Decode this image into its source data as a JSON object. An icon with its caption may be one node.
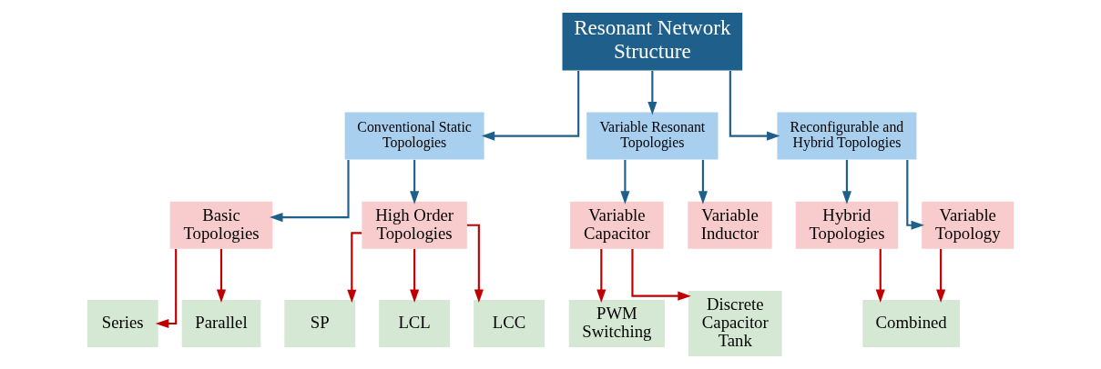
{
  "diagram": {
    "nodes": [
      {
        "text": [
          "Resonant Network Structure"
        ]
      },
      {
        "text": [
          "Conventional Static Topologies"
        ]
      },
      {
        "text": [
          "Variable Resonant Topologies"
        ]
      },
      {
        "text": [
          "Reconfigurable and Hybrid Topologies"
        ]
      },
      {
        "text": [
          "Basic Topologies"
        ]
      },
      {
        "text": [
          "High Order Topologies"
        ]
      },
      {
        "text": [
          "Variable Capacitor"
        ]
      },
      {
        "text": [
          "Variable Inductor"
        ]
      },
      {
        "text": [
          "Hybrid Topologies"
        ]
      },
      {
        "text": [
          "Variable Topology"
        ]
      },
      {
        "text": [
          "Series"
        ]
      },
      {
        "text": [
          "Parallel"
        ]
      },
      {
        "text": [
          "SP"
        ]
      },
      {
        "text": [
          "LCL"
        ]
      },
      {
        "text": [
          "LCC"
        ]
      },
      {
        "text": [
          "PWM Switching"
        ]
      },
      {
        "text": [
          "Discrete Capacitor Tank"
        ]
      },
      {
        "text": [
          "Combined"
        ]
      }
    ],
    "edges": [
      {
        "from": 0,
        "to": 1,
        "arrow": "to",
        "color": "#1f5f8b"
      },
      {
        "from": 0,
        "to": 2,
        "arrow": "to",
        "color": "#1f5f8b"
      },
      {
        "from": 0,
        "to": 3,
        "arrow": "to",
        "color": "#1f5f8b"
      },
      {
        "from": 1,
        "to": 4,
        "arrow": "to",
        "color": "#1f5f8b"
      },
      {
        "from": 1,
        "to": 5,
        "arrow": "to",
        "color": "#1f5f8b"
      },
      {
        "from": 2,
        "to": 6,
        "arrow": "to",
        "color": "#1f5f8b"
      },
      {
        "from": 2,
        "to": 7,
        "arrow": "to",
        "color": "#1f5f8b"
      },
      {
        "from": 3,
        "to": 8,
        "arrow": "to",
        "color": "#1f5f8b"
      },
      {
        "from": 3,
        "to": 9,
        "arrow": "to",
        "color": "#1f5f8b"
      },
      {
        "from": 4,
        "to": 10,
        "arrow": "to",
        "color": "#c00000"
      },
      {
        "from": 4,
        "to": 11,
        "arrow": "to",
        "color": "#c00000"
      },
      {
        "from": 5,
        "to": 12,
        "arrow": "to",
        "color": "#c00000"
      },
      {
        "from": 5,
        "to": 13,
        "arrow": "to",
        "color": "#c00000"
      },
      {
        "from": 5,
        "to": 14,
        "arrow": "to",
        "color": "#c00000"
      },
      {
        "from": 6,
        "to": 15,
        "arrow": "to",
        "color": "#c00000"
      },
      {
        "from": 6,
        "to": 16,
        "arrow": "to",
        "color": "#c00000"
      },
      {
        "from": 8,
        "to": 17,
        "arrow": "to",
        "color": "#c00000"
      },
      {
        "from": 9,
        "to": 17,
        "arrow": "to",
        "color": "#c00000"
      }
    ]
  }
}
